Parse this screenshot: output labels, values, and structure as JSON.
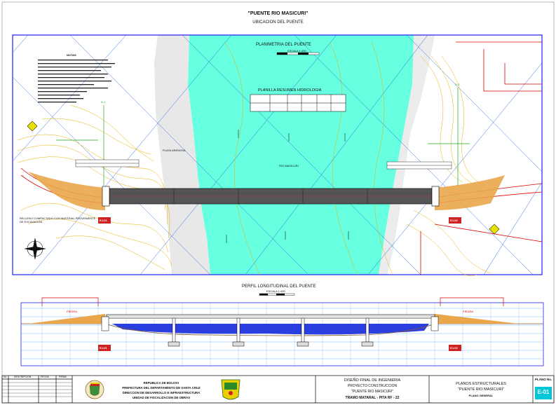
{
  "header": {
    "title": "\"PUENTE RIO MASICURI\"",
    "subtitle": "UBICACION DEL PUENTE"
  },
  "plan": {
    "title": "PLANIMETRIA DEL PUENTE",
    "hydro_table_title": "PLANILLA RESUMEN HIDROLOGIA",
    "river_label": "RIO MASICURI",
    "beach_label": "PLAYA ARENOSA",
    "side_left": "D-1",
    "side_right": "D-2",
    "abutment_left": "EJ-01",
    "abutment_right": "EJ-02",
    "fill_note": "RELLENO COMPACTADO CON MATERIAL PROVENIENTE DE EXCAVACION",
    "scale_label": "ESCALA 1:400",
    "notes_title": "NOTAS"
  },
  "profile": {
    "title": "PERFIL LONGITUDINAL DEL PUENTE",
    "scale_label": "ESCALA 1:400",
    "label_left": "PIEDRA",
    "label_right": "PIEDRA",
    "abutment_left": "EJ-01",
    "abutment_right": "EJ-02"
  },
  "title_block": {
    "republic": "REPUBLICA DE BOLIVIA",
    "prefecture": "PREFECTURA DEL DEPARTAMENTO DE SANTA CRUZ",
    "direction": "DIRECCION DE DESARROLLO E INFRAESTRUCTURA",
    "unit": "UNIDAD DE FISCALIZACION DE OBRAS",
    "design": "DISEÑO FINAL DE INGENIERIA",
    "project": "PROYECTO CONSTRUCCION",
    "bridge": "\"PUENTE RIO MASICURI\"",
    "section": "TRAMO MATARAL - PITA RF - 22",
    "sheet_type": "PLANOS ESTRUCTURALES",
    "sheet_bridge": "\"PUENTE RIO MASICURI\"",
    "sheet_desc": "PLANO GENERAL",
    "plan_no_label": "PLANO No.",
    "plan_no": "E-01",
    "rev_headers": [
      "No",
      "DESCRIPCION",
      "FECHA",
      "FIRMA"
    ]
  },
  "colors": {
    "water": "#66ffe0",
    "frame": "#1e1ef0",
    "deck": "#555555",
    "fill": "#e9a64b",
    "contour": "#e8b300",
    "grid": "#2d6be0",
    "road": "#dd0000",
    "green": "#22aa22",
    "badge": "#00c8d8"
  }
}
